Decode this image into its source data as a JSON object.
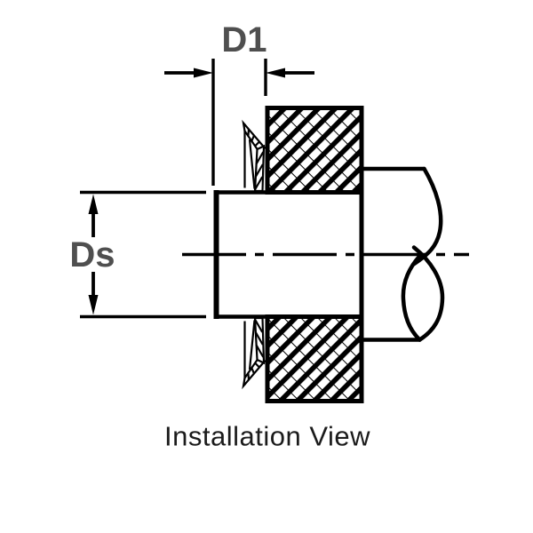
{
  "figure": {
    "background_color": "#ffffff",
    "line_color": "#000000",
    "label_color": "#4f4f4f",
    "caption_color": "#1b1b1b",
    "caption": "Installation View",
    "labels": {
      "d1": "D1",
      "ds": "Ds"
    },
    "components": [
      "dimension-d1",
      "dimension-ds",
      "push-on-washer-cross-section",
      "hatched-panel",
      "shaft-small-diameter-section",
      "shaft-large-diameter-section",
      "shaft-break-symbol",
      "centerline"
    ]
  }
}
